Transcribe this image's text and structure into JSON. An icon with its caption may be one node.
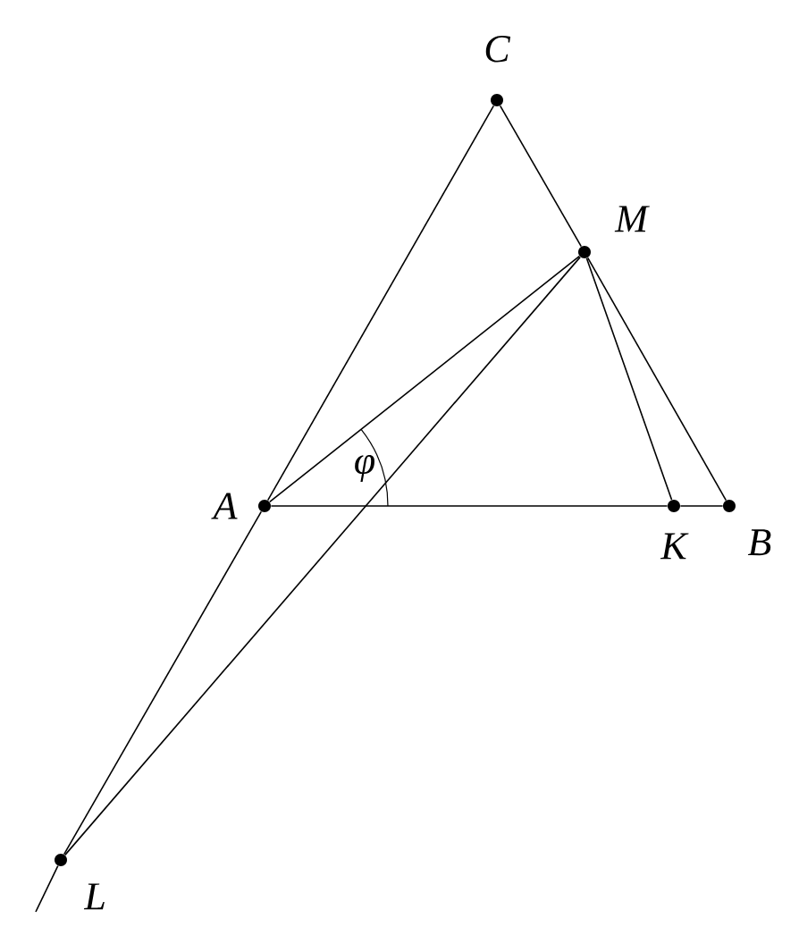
{
  "diagram": {
    "nodes": [
      {
        "text": [
          "C"
        ]
      },
      {
        "text": [
          "M"
        ]
      },
      {
        "text": [
          "A"
        ]
      },
      {
        "text": [
          "K"
        ]
      },
      {
        "text": [
          "B"
        ]
      },
      {
        "text": [
          "L"
        ]
      }
    ],
    "edges": [
      {
        "from": 0,
        "to": 1,
        "arrow": "none"
      },
      {
        "from": 1,
        "to": 4,
        "arrow": "none"
      },
      {
        "from": 0,
        "to": 2,
        "arrow": "none"
      },
      {
        "from": 2,
        "to": 5,
        "arrow": "none"
      },
      {
        "from": 5,
        "to": null,
        "arrow": "none"
      },
      {
        "from": 2,
        "to": 3,
        "arrow": "none"
      },
      {
        "from": 3,
        "to": 4,
        "arrow": "none"
      },
      {
        "from": 2,
        "to": 1,
        "arrow": "none"
      },
      {
        "from": 1,
        "to": 3,
        "arrow": "none"
      },
      {
        "from": 1,
        "to": 5,
        "arrow": "none"
      }
    ],
    "labels": [
      "φ"
    ]
  }
}
